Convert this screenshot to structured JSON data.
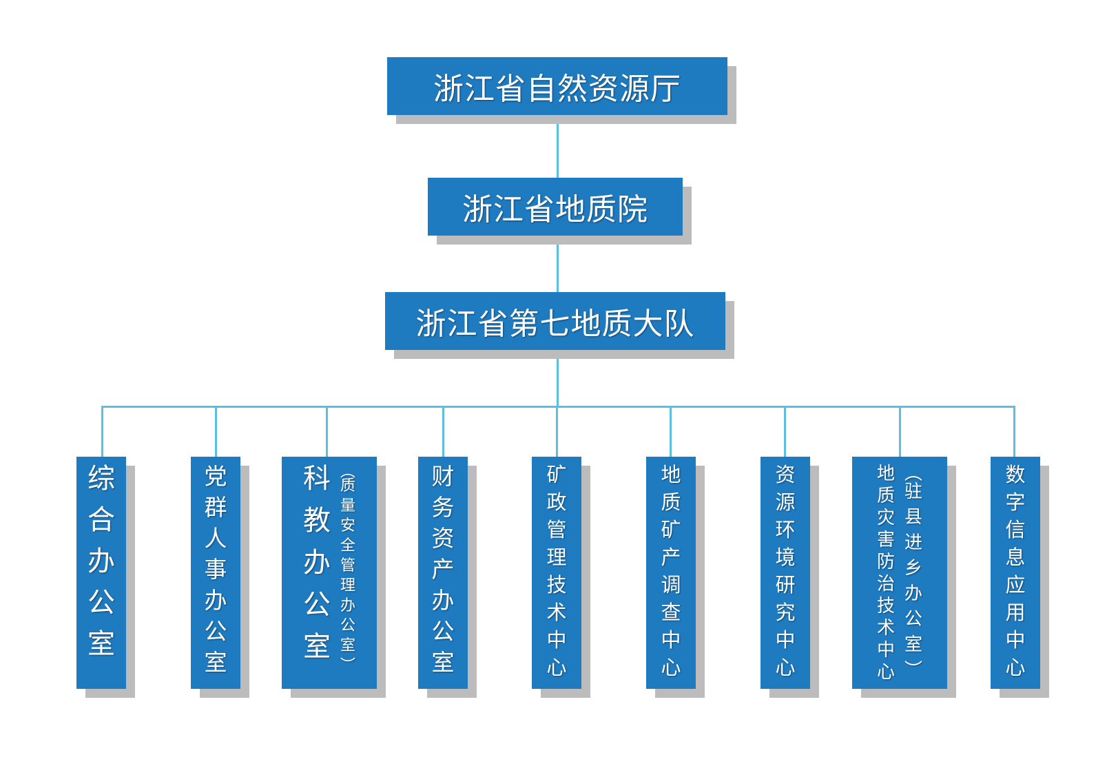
{
  "colors": {
    "box_fill": "#1f7bc0",
    "box_shadow": "#bcbcbc",
    "connector": "#5bbfe0",
    "text": "#ffffff"
  },
  "hierarchy": {
    "level1": "浙江省自然资源厅",
    "level2": "浙江省地质院",
    "level3": "浙江省第七地质大队"
  },
  "departments": [
    {
      "main": "综合办公室"
    },
    {
      "main": "党群人事办公室"
    },
    {
      "main": "科教办公室",
      "sub": "（质量安全管理办公室）"
    },
    {
      "main": "财务资产办公室"
    },
    {
      "main": "矿政管理技术中心"
    },
    {
      "main": "地质矿产调查中心"
    },
    {
      "main": "资源环境研究中心"
    },
    {
      "main": "地质灾害防治技术中心",
      "sub": "（驻县进乡办公室）"
    },
    {
      "main": "数字信息应用中心"
    }
  ]
}
